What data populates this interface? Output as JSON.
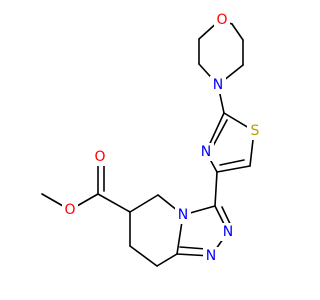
{
  "molecule": {
    "atom_labels": {
      "morpholine_oxygen": "O",
      "morpholine_nitrogen": "N",
      "thiazole_sulfur": "S",
      "thiazole_nitrogen": "N",
      "ester_carbonyl_oxygen": "O",
      "ester_ether_oxygen": "O",
      "triazole_n4": "N",
      "triazole_n2": "N",
      "triazole_n1": "N"
    },
    "colors": {
      "bond": "#000000",
      "nitrogen": "#0000ff",
      "oxygen": "#ff0000",
      "sulfur": "#b3a100"
    }
  }
}
